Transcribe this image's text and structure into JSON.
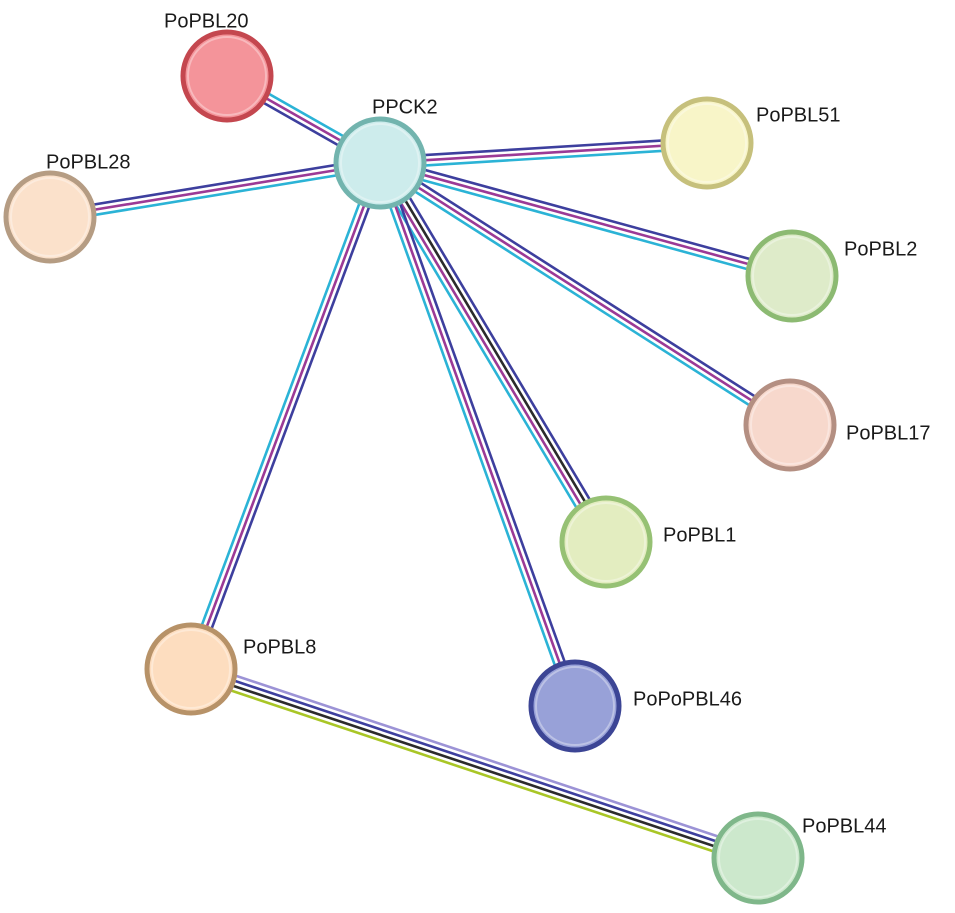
{
  "colors": {
    "background": "#ffffff",
    "text": "#1a1a1a",
    "edge_blue": "#3d3f9e",
    "edge_magenta": "#9b3a96",
    "edge_cyan": "#2bb3d6",
    "edge_black": "#2b2b2b",
    "edge_lavender": "#9c93d6",
    "edge_lime": "#a9c626"
  },
  "nodes": [
    {
      "id": "PoPBL20",
      "label": "PoPBL20",
      "fill": "#f4949a",
      "stroke": "#c4474f"
    },
    {
      "id": "PPCK2",
      "label": "PPCK2",
      "fill": "#cdecec",
      "stroke": "#72b4ae"
    },
    {
      "id": "PoPBL51",
      "label": "PoPBL51",
      "fill": "#f8f5c8",
      "stroke": "#c6c07c"
    },
    {
      "id": "PoPBL28",
      "label": "PoPBL28",
      "fill": "#fbe1cb",
      "stroke": "#b59c83"
    },
    {
      "id": "PoPBL2",
      "label": "PoPBL2",
      "fill": "#deebc9",
      "stroke": "#8cba72"
    },
    {
      "id": "PoPBL17",
      "label": "PoPBL17",
      "fill": "#f7d8cc",
      "stroke": "#b48f82"
    },
    {
      "id": "PoPBL1",
      "label": "PoPBL1",
      "fill": "#e3edc0",
      "stroke": "#96c174"
    },
    {
      "id": "PoPBL8",
      "label": "PoPBL8",
      "fill": "#fdddbf",
      "stroke": "#b79268"
    },
    {
      "id": "PoPoPBL46",
      "label": "PoPoPBL46",
      "fill": "#98a1d8",
      "stroke": "#3c4595"
    },
    {
      "id": "PoPBL44",
      "label": "PoPBL44",
      "fill": "#cce8cc",
      "stroke": "#7fb78a"
    }
  ],
  "edges": [
    {
      "source": "PPCK2",
      "target": "PoPBL20",
      "colors": [
        "edge_blue",
        "edge_magenta",
        "edge_cyan"
      ]
    },
    {
      "source": "PPCK2",
      "target": "PoPBL28",
      "colors": [
        "edge_cyan",
        "edge_magenta",
        "edge_blue"
      ]
    },
    {
      "source": "PPCK2",
      "target": "PoPBL51",
      "colors": [
        "edge_blue",
        "edge_magenta",
        "edge_cyan"
      ]
    },
    {
      "source": "PPCK2",
      "target": "PoPBL2",
      "colors": [
        "edge_blue",
        "edge_magenta",
        "edge_cyan"
      ]
    },
    {
      "source": "PPCK2",
      "target": "PoPBL17",
      "colors": [
        "edge_blue",
        "edge_magenta",
        "edge_cyan"
      ]
    },
    {
      "source": "PPCK2",
      "target": "PoPBL1",
      "colors": [
        "edge_blue",
        "edge_black",
        "edge_magenta",
        "edge_cyan"
      ]
    },
    {
      "source": "PPCK2",
      "target": "PoPoPBL46",
      "colors": [
        "edge_blue",
        "edge_magenta",
        "edge_cyan"
      ]
    },
    {
      "source": "PPCK2",
      "target": "PoPBL8",
      "colors": [
        "edge_blue",
        "edge_magenta",
        "edge_cyan"
      ]
    },
    {
      "source": "PoPBL8",
      "target": "PoPBL44",
      "colors": [
        "edge_lavender",
        "edge_blue",
        "edge_black",
        "edge_lime"
      ]
    }
  ]
}
